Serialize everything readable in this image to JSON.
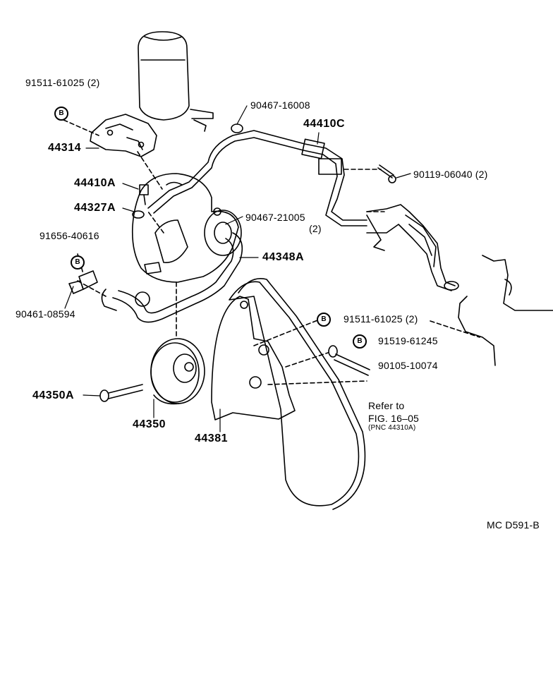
{
  "callouts": {
    "p91511_top": "91511-61025 (2)",
    "p44314": "44314",
    "p44410A": "44410A",
    "p44327A": "44327A",
    "p91656": "91656-40616",
    "p90461": "90461-08594",
    "p44350A": "44350A",
    "p44350": "44350",
    "p44381": "44381",
    "p90467_16008": "90467-16008",
    "p44410C": "44410C",
    "p90119": "90119-06040 (2)",
    "p90467_21005": "90467-21005",
    "p90467_21005_qty": "(2)",
    "p44348A": "44348A",
    "p91511_right": "91511-61025 (2)",
    "p91519": "91519-61245",
    "p90105": "90105-10074"
  },
  "badge_letter": "B",
  "refer": {
    "line1": "Refer to",
    "line2": "FIG. 16–05",
    "line3": "(PNC 44310A)"
  },
  "figure_code": "MC D591-B",
  "colors": {
    "ink": "#000000",
    "paper": "#ffffff"
  }
}
